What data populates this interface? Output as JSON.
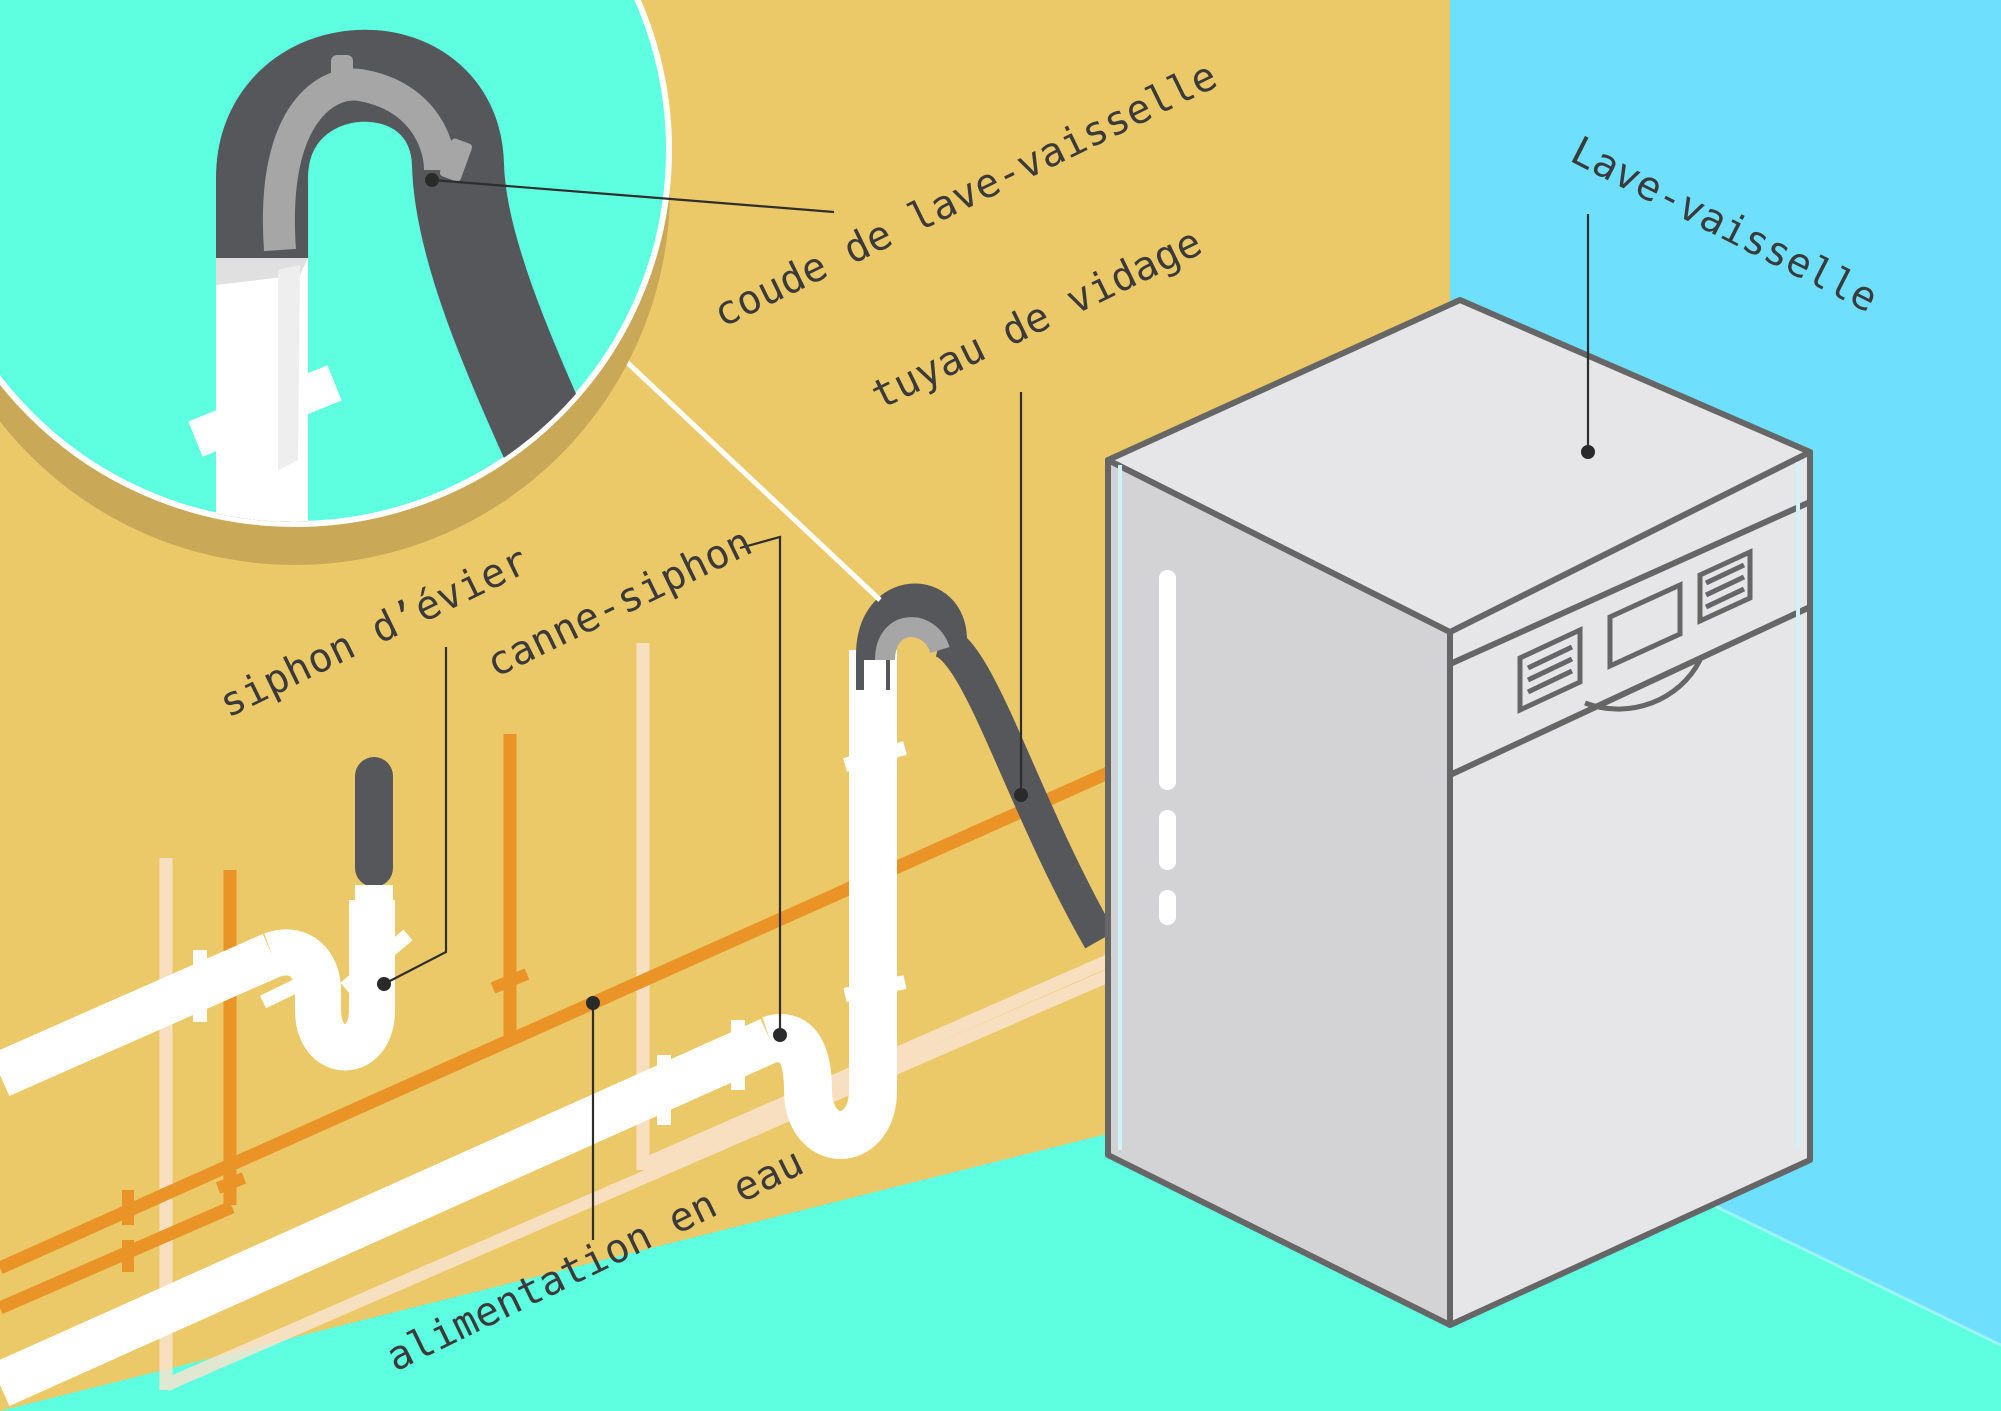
{
  "labels": {
    "coude": "coude de lave-vaisselle",
    "tuyau": "tuyau de vidage",
    "lave_vaisselle": "Lave-vaisselle",
    "siphon": "siphon d’évier",
    "canne": "canne-siphon",
    "alimentation": "alimentation en eau"
  },
  "colors": {
    "wall": "#ecc968",
    "wall_right": "#6ee0fd",
    "floor": "#5effe0",
    "water_pipe": "#ea9327",
    "drain_pipe": "#ffffff",
    "hose": "#56575b",
    "elbow": "#a6a6a6",
    "appliance_top": "#e6e6e8",
    "appliance_side": "#d3d3d5",
    "outline": "#666666"
  },
  "icons": {
    "elbow": "dishwasher-elbow-icon",
    "dishwasher": "dishwasher-icon"
  }
}
